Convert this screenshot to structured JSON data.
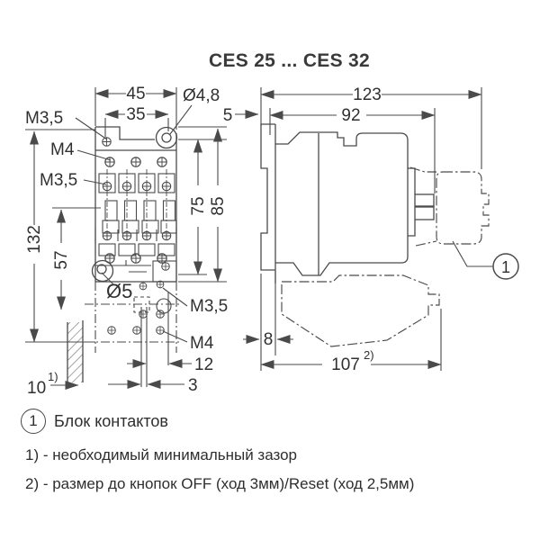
{
  "title": "CES 25 ... CES 32",
  "front": {
    "dim45": "45",
    "dim35": "35",
    "dia_top": "Ø4,8",
    "m35_top": "M3,5",
    "m4_top": "M4",
    "m35_mid": "M3,5",
    "dim132": "132",
    "dim57": "57",
    "dim75": "75",
    "dim85": "85",
    "dia_bottom": "Ø5",
    "m35_low": "M3,5",
    "m4_low": "M4",
    "dim12": "12",
    "dim3": "3",
    "dim10": "10",
    "sup10": "1)",
    "dim5": "5"
  },
  "side": {
    "dim123": "123",
    "dim92": "92",
    "dim8": "8",
    "dim107": "107",
    "sup107": "2)",
    "callout": "1"
  },
  "legend": {
    "callout_num": "1",
    "callout_text": "Блок контактов",
    "note1": "1) - необходимый минимальный зазор",
    "note2": "2) - размер до кнопок OFF (ход 3мм)/Reset (ход 2,5мм)"
  }
}
